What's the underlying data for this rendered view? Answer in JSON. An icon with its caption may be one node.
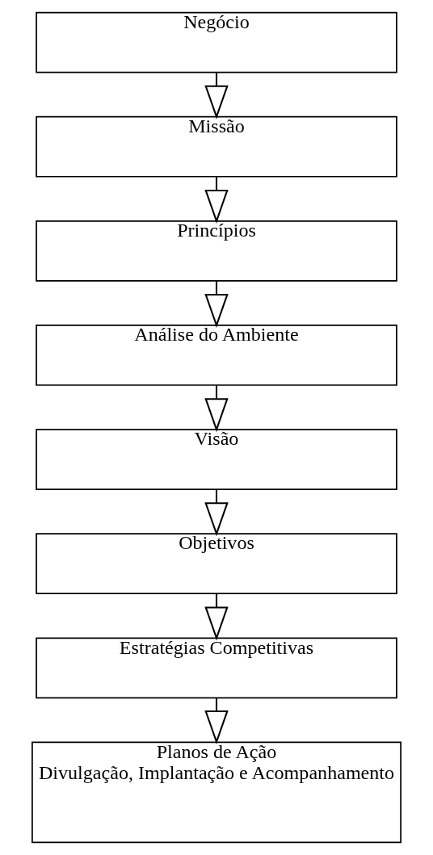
{
  "diagram": {
    "nodes": [
      {
        "text": [
          "Negócio"
        ]
      },
      {
        "text": [
          "Missão"
        ]
      },
      {
        "text": [
          "Princípios"
        ]
      },
      {
        "text": [
          "Análise do Ambiente"
        ]
      },
      {
        "text": [
          "Visão"
        ]
      },
      {
        "text": [
          "Objetivos"
        ]
      },
      {
        "text": [
          "Estratégias Competitivas"
        ]
      },
      {
        "text": [
          "Planos de Ação",
          "Divulgação, Implantação e Acompanhamento"
        ]
      }
    ],
    "edges": [
      {
        "from": 0,
        "to": 1,
        "arrow": "to"
      },
      {
        "from": 1,
        "to": 2,
        "arrow": "to"
      },
      {
        "from": 2,
        "to": 3,
        "arrow": "to"
      },
      {
        "from": 3,
        "to": 4,
        "arrow": "to"
      },
      {
        "from": 4,
        "to": 5,
        "arrow": "to"
      },
      {
        "from": 5,
        "to": 6,
        "arrow": "to"
      },
      {
        "from": 6,
        "to": 7,
        "arrow": "to"
      }
    ]
  }
}
